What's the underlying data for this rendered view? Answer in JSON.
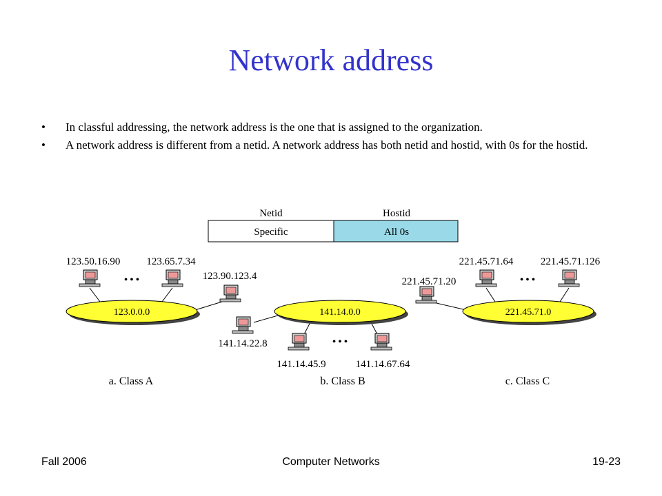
{
  "slide": {
    "title": "Network address",
    "bullets": [
      "In classful addressing, the network address is the one that is assigned to the organization.",
      "A network address is different from a netid. A network address has both netid and hostid, with 0s for the hostid."
    ],
    "footer_left": "Fall 2006",
    "footer_center": "Computer Networks",
    "footer_right": "19-23"
  },
  "diagram": {
    "netid_label": "Netid",
    "hostid_label": "Hostid",
    "netid_value": "Specific",
    "hostid_value": "All 0s",
    "colors": {
      "ellipse": "#ffff33",
      "hostid_fill": "#99d9e8",
      "title": "#3333cc"
    },
    "class_a": {
      "caption": "a. Class A",
      "network": "123.0.0.0",
      "hosts": [
        "123.50.16.90",
        "123.65.7.34",
        "123.90.123.4"
      ],
      "ellipsis": "• • •"
    },
    "class_b": {
      "caption": "b. Class B",
      "network": "141.14.0.0",
      "hosts": [
        "141.14.22.8",
        "141.14.45.9",
        "141.14.67.64"
      ],
      "ellipsis": "• • •"
    },
    "class_c": {
      "caption": "c. Class C",
      "network": "221.45.71.0",
      "hosts": [
        "221.45.71.20",
        "221.45.71.64",
        "221.45.71.126"
      ],
      "ellipsis": "• • •"
    }
  }
}
